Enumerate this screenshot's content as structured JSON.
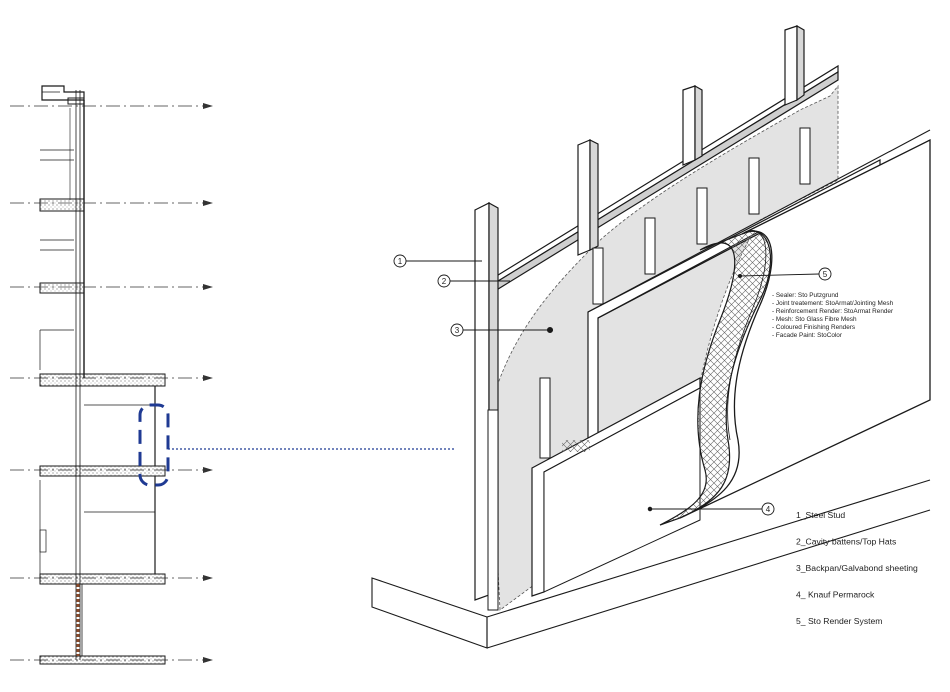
{
  "callouts": [
    {
      "num": "1"
    },
    {
      "num": "2"
    },
    {
      "num": "3"
    },
    {
      "num": "4"
    },
    {
      "num": "5"
    }
  ],
  "render_system_notes": [
    "- Sealer: Sto Putzgrund",
    "- Joint treatement: StoArmat/Jointing Mesh",
    "- Reinforcement Render: StoArmat Render",
    "- Mesh: Sto Glass Fibre Mesh",
    "- Coloured Finishing Renders",
    "- Facade Paint: StoColor"
  ],
  "legend": [
    "1_Steel Stud",
    "2_Cavity battens/Top Hats",
    "3_Backpan/Galvabond sheeting",
    "4_ Knauf Permarock",
    "5_ Sto Render System"
  ],
  "colors": {
    "line": "#1a1a1a",
    "backpan_fill": "#e3e3e3",
    "detail_marker": "#1f3a93",
    "pier": "#8a4a2a",
    "slab_hatch": "#9a9a9a"
  }
}
